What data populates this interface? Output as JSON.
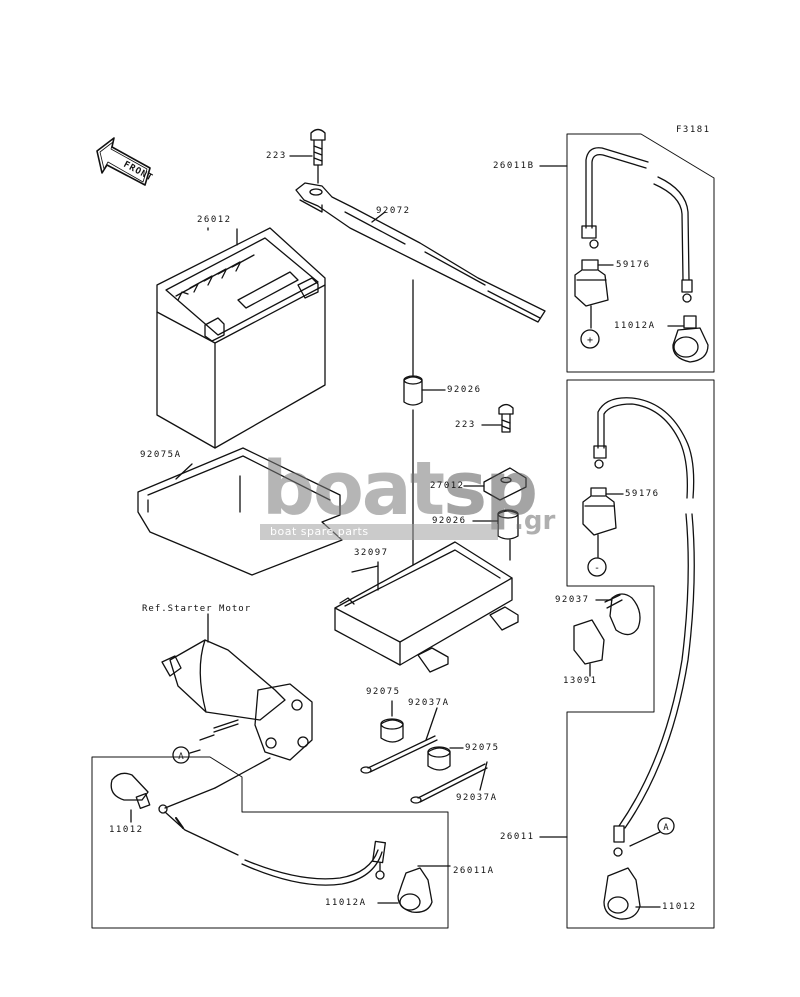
{
  "figure_code": "F3181",
  "front_label": "FRONT",
  "ref_label": "Ref.Starter Motor",
  "callouts": {
    "a1": "A",
    "a2": "A",
    "plus": "+",
    "minus": "-"
  },
  "part_labels": {
    "p223_top": "223",
    "p26012": "26012",
    "p92072": "92072",
    "p26011B": "26011B",
    "p59176_top": "59176",
    "p11012A_top": "11012A",
    "p92026_top": "92026",
    "p223_mid": "223",
    "p92075A": "92075A",
    "p27012": "27012",
    "p92026_mid": "92026",
    "p59176_mid": "59176",
    "p32097": "32097",
    "p92037": "92037",
    "p13091": "13091",
    "p92075_a": "92075",
    "p92037A_a": "92037A",
    "p92075_b": "92075",
    "p92037A_b": "92037A",
    "p11012_left": "11012",
    "p26011": "26011",
    "p26011A": "26011A",
    "p11012A_bot": "11012A",
    "p11012_right": "11012"
  },
  "watermark": {
    "word1": "boat",
    "word2": "sp",
    "suffix": ".gr",
    "tagline": "boat spare parts"
  }
}
